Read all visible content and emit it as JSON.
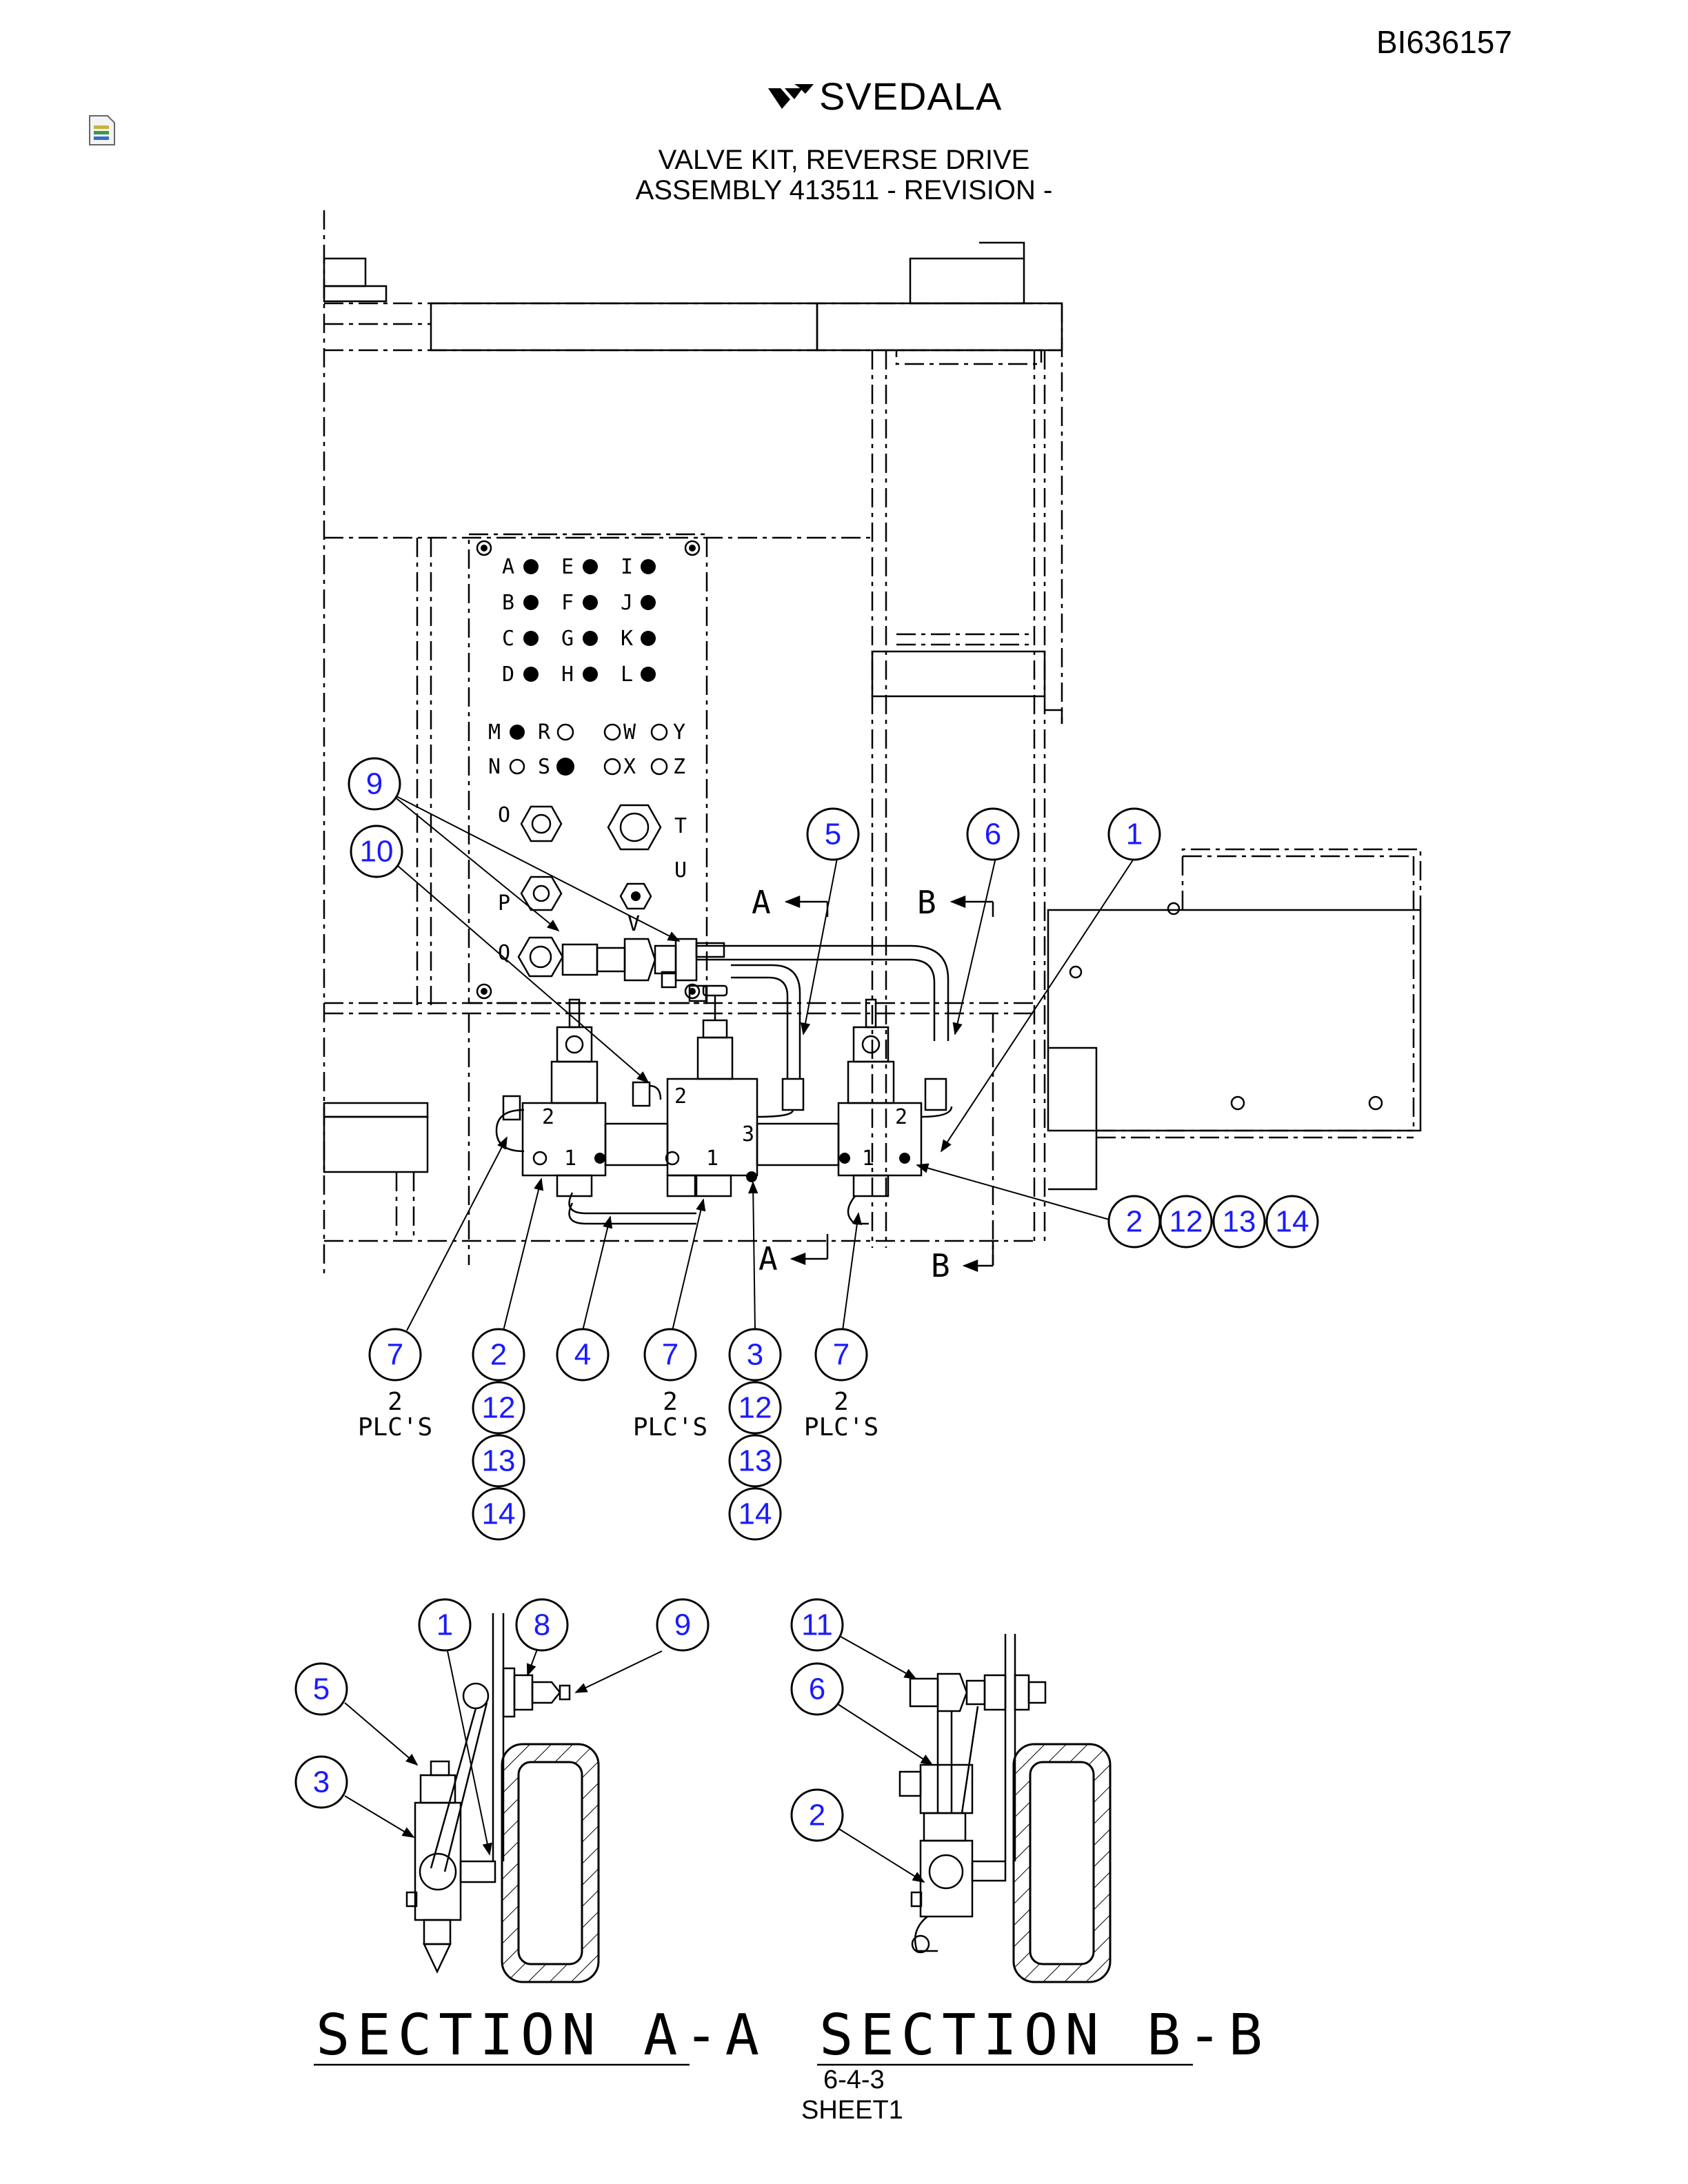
{
  "header": {
    "doc_id": "BI636157",
    "brand": "SVEDALA",
    "title_line1": "VALVE KIT, REVERSE DRIVE",
    "title_line2": "ASSEMBLY 413511 - REVISION -"
  },
  "panel_ports": [
    "A",
    "B",
    "C",
    "D",
    "E",
    "F",
    "G",
    "H",
    "I",
    "J",
    "K",
    "L",
    "M",
    "N",
    "O",
    "P",
    "Q",
    "R",
    "S",
    "T",
    "U",
    "V",
    "W",
    "X",
    "Y",
    "Z"
  ],
  "section_markers": {
    "a": "A",
    "b": "B"
  },
  "port_labels": {
    "p1": "1",
    "p2": "2",
    "p3": "3"
  },
  "callouts": {
    "c1": "1",
    "c2": "2",
    "c3": "3",
    "c4": "4",
    "c5": "5",
    "c6": "6",
    "c7": "7",
    "c8": "8",
    "c9": "9",
    "c10": "10",
    "c11": "11",
    "c12": "12",
    "c13": "13",
    "c14": "14"
  },
  "qty_note": {
    "count": "2",
    "unit": "PLC'S"
  },
  "sections": {
    "a": "SECTION A-A",
    "b": "SECTION B-B"
  },
  "footer": {
    "page": "6-4-3",
    "sheet": "SHEET1"
  }
}
